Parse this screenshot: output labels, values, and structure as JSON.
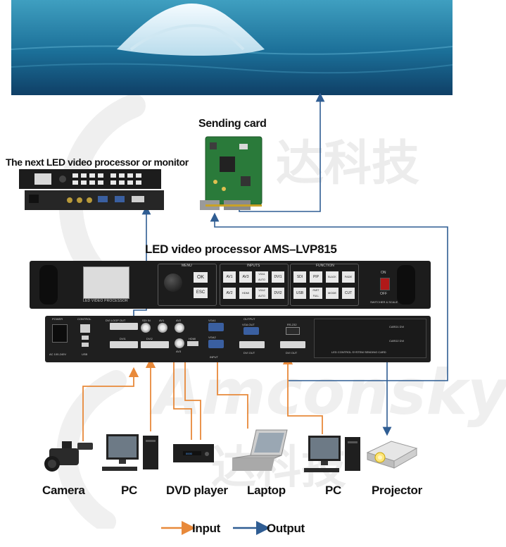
{
  "labels": {
    "sending_card": "Sending card",
    "next_processor": "The next LED video processor or monitor",
    "main_processor": "LED video processor AMS–LVP815"
  },
  "devices": {
    "camera": "Camera",
    "pc_left": "PC",
    "dvd_player": "DVD player",
    "laptop": "Laptop",
    "pc_right": "PC",
    "projector": "Projector"
  },
  "legend": {
    "input": "Input",
    "output": "Output"
  },
  "colors": {
    "input_line": "#e8893a",
    "output_line": "#2f5d93",
    "device_body": "#1c1c1c",
    "panel_button": "#e9e9e9"
  },
  "front_panel": {
    "screen_label": "LED VIDEO PROCESSOR",
    "menu_title": "MENU",
    "menu_buttons": [
      "OK",
      "ESC"
    ],
    "inputs_title": "INPUTS",
    "input_buttons": [
      "AV1",
      "AV3",
      "VGA1 AUTO",
      "DVI1",
      "AV2",
      "HDMI",
      "VGA2 AUTO",
      "DVI2"
    ],
    "function_title": "FUNCTION",
    "function_buttons": [
      "SDI",
      "PIP",
      "BLACK",
      "FADE",
      "USB",
      "PART FULL",
      "MODE",
      "CUT"
    ],
    "power_on": "ON",
    "power_off": "OFF",
    "switcher_label": "SWITCHER & SCALE"
  },
  "rear_panel": {
    "power": "POWER",
    "control": "CONTROL",
    "ac_label": "AC 100-240V",
    "usb": "USB",
    "dvi_loop_out": "DVI LOOP OUT",
    "dvi1": "DVI1",
    "dvi2": "DVI2",
    "sdi_in": "SDI IN",
    "av1": "AV1",
    "av2": "AV2",
    "av3": "AV3",
    "vga1": "VGA1",
    "vga2": "VGA2",
    "hdmi": "HDMI",
    "input": "INPUT",
    "output": "OUTPUT",
    "vga_out": "VGA OUT",
    "dvi_out": "DVI OUT",
    "rs232": "RS-232",
    "dvi_dual": "DVI OUT",
    "card_caption": "LED CONTROL SYSTEM SENDING CARD",
    "card1": "CARD1 DVI",
    "card2": "CARD2 DVI"
  },
  "watermarks": {
    "latin": "Amconsky",
    "chinese": "达科技"
  }
}
